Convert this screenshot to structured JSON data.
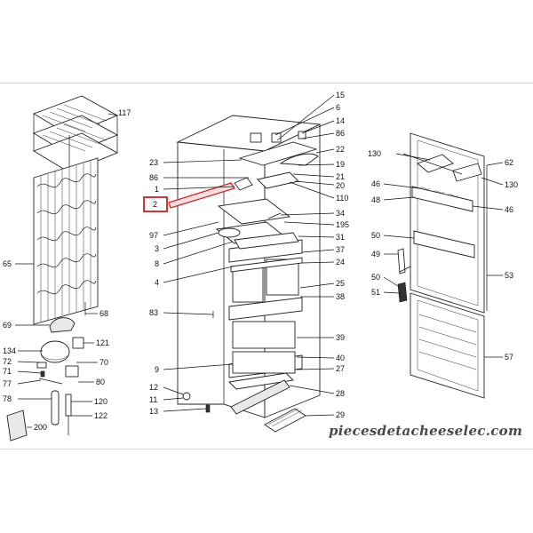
{
  "diagram": {
    "callouts": {
      "c117": "117",
      "c65": "65",
      "c69": "69",
      "c68": "68",
      "c121": "121",
      "c134": "134",
      "c72": "72",
      "c70": "70",
      "c71": "71",
      "c77": "77",
      "c80": "80",
      "c78": "78",
      "c120": "120",
      "c122": "122",
      "c200": "200",
      "c15": "15",
      "c6": "6",
      "c14": "14",
      "c86a": "86",
      "c22": "22",
      "c19": "19",
      "c21": "21",
      "c20": "20",
      "c110": "110",
      "c23": "23",
      "c86b": "86",
      "c1": "1",
      "c2": "2",
      "c34": "34",
      "c195": "195",
      "c97": "97",
      "c31": "31",
      "c3": "3",
      "c8": "8",
      "c37": "37",
      "c24": "24",
      "c4": "4",
      "c25": "25",
      "c38": "38",
      "c83": "83",
      "c39": "39",
      "c9": "9",
      "c40": "40",
      "c27": "27",
      "c12": "12",
      "c11": "11",
      "c28": "28",
      "c13": "13",
      "c29": "29",
      "c130a": "130",
      "c62": "62",
      "c130b": "130",
      "c46a": "46",
      "c48": "48",
      "c46b": "46",
      "c50a": "50",
      "c49": "49",
      "c53": "53",
      "c50b": "50",
      "c51": "51",
      "c57": "57"
    },
    "highlight_color": "#cc1f24"
  },
  "watermark": "piecesdetacheeselec.com"
}
